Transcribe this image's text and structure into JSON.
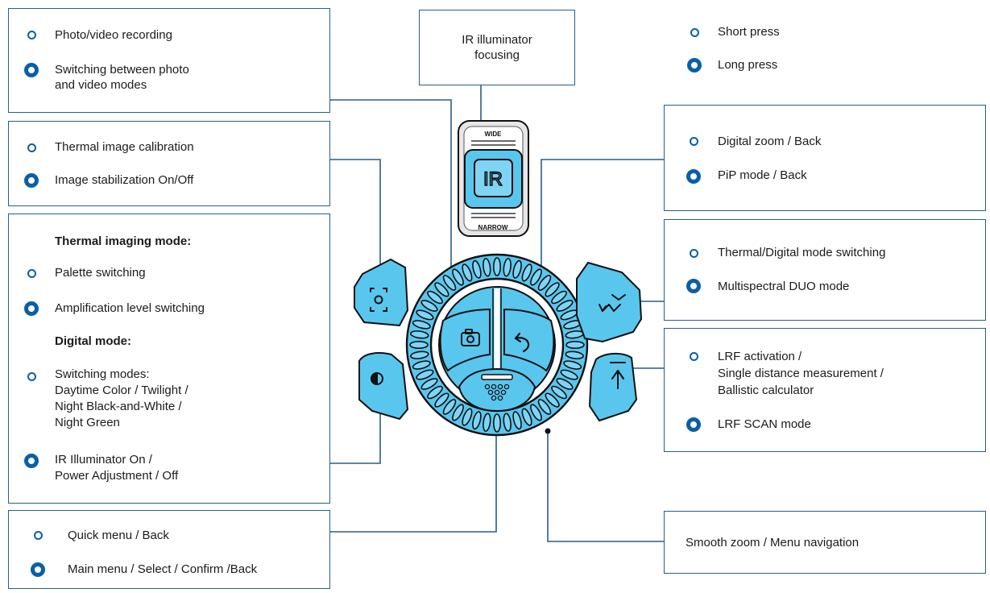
{
  "colors": {
    "box_border": "#2a5d86",
    "marker": "#0a5fa8",
    "device_fill": "#59c6ee",
    "device_outline": "#111111",
    "connector": "#2a5d86"
  },
  "legend": {
    "short_press": "Short press",
    "long_press": "Long press"
  },
  "rec_box": {
    "short": "Photo/video recording",
    "long": "Switching between photo\nand video modes"
  },
  "ir_box": {
    "title": "IR illuminator\nfocusing"
  },
  "ir_dial": {
    "top_label": "WIDE",
    "bottom_label": "NARROW",
    "center_label": "IR"
  },
  "calib_box": {
    "short": "Thermal image calibration",
    "long": "Image stabilization On/Off"
  },
  "modes_box": {
    "thermal_header": "Thermal imaging mode:",
    "thermal_short": "Palette switching",
    "thermal_long": "Amplification level switching",
    "digital_header": "Digital mode:",
    "digital_short": "Switching modes:\nDaytime Color / Twilight /\nNight Black-and-White /\nNight Green",
    "digital_long": "IR Illuminator On /\nPower Adjustment / Off"
  },
  "zoom_box": {
    "short": "Digital zoom / Back",
    "long": "PiP mode / Back"
  },
  "duo_box": {
    "short": "Thermal/Digital mode switching",
    "long": "Multispectral DUO mode"
  },
  "lrf_box": {
    "short": "LRF activation /\nSingle distance measurement /\nBallistic calculator",
    "long": "LRF SCAN mode"
  },
  "menu_box": {
    "short": "Quick menu / Back",
    "long": "Main menu / Select / Confirm /Back"
  },
  "smooth_box": {
    "label": "Smooth zoom / Menu navigation"
  },
  "icons": {
    "ir_focus_dial": "ir-focus-dial-icon",
    "calibration_button": "calibration-button-icon",
    "mode_button": "half-circle-mode-icon",
    "camera_button": "camera-icon",
    "back_button": "back-arrow-icon",
    "menu_button": "menu-dots-icon",
    "duo_button": "swap-arrows-icon",
    "lrf_button": "lrf-arrow-icon",
    "controller_ring": "controller-wheel-icon"
  }
}
